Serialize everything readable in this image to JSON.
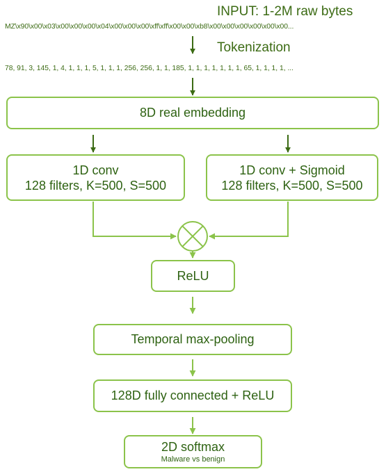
{
  "input_title": "INPUT: 1-2M raw bytes",
  "raw_bytes": "MZ\\x90\\x00\\x03\\x00\\x00\\x00\\x04\\x00\\x00\\x00\\xff\\xff\\x00\\x00\\xb8\\x00\\x00\\x00\\x00\\x00\\x00...",
  "tokenization_label": "Tokenization",
  "tokens": "78, 91, 3, 145, 1, 4, 1, 1, 1, 5, 1, 1, 1, 256, 256, 1, 1, 185, 1, 1, 1, 1, 1, 1, 1, 65, 1, 1, 1, 1, ...",
  "embedding": "8D real embedding",
  "conv_left": {
    "line1": "1D conv",
    "line2": "128 filters, K=500, S=500"
  },
  "conv_right": {
    "line1": "1D conv + Sigmoid",
    "line2": "128 filters, K=500, S=500"
  },
  "relu": "ReLU",
  "pooling": "Temporal max-pooling",
  "fc": "128D fully connected + ReLU",
  "softmax": {
    "line1": "2D softmax",
    "line2": "Malware vs benign"
  },
  "colors": {
    "dark_green": "#3c6b14",
    "light_green": "#8bc34a",
    "box_text": "#2e6212"
  }
}
